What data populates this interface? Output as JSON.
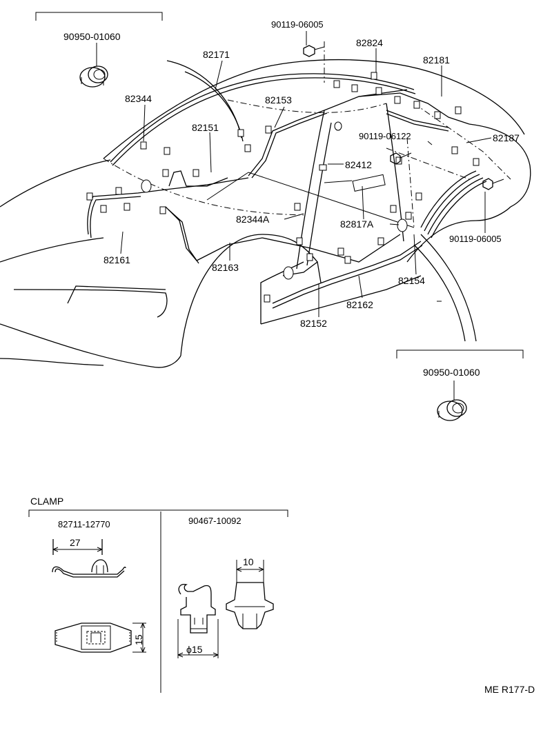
{
  "labels": {
    "grommet_top": "90950-01060",
    "bolt_top": "90119-06005",
    "p82824": "82824",
    "p82171": "82171",
    "p82181": "82181",
    "p82344": "82344",
    "p82153": "82153",
    "bolt_mid": "90119-06122",
    "p82187": "82187",
    "p82151": "82151",
    "p82412": "82412",
    "p82344A": "82344A",
    "p82817A": "82817A",
    "bolt_right": "90119-06005",
    "p82161": "82161",
    "p82163": "82163",
    "p82154": "82154",
    "p82162": "82162",
    "p82152": "82152",
    "grommet_bottom": "90950-01060"
  },
  "clamp": {
    "title": "CLAMP",
    "part_left": "82711-12770",
    "part_right": "90467-10092",
    "dim_width": "27",
    "dim_height": "15",
    "dim_diameter": "ϕ15",
    "dim_top": "10"
  },
  "footer_code": "ME R177-D"
}
